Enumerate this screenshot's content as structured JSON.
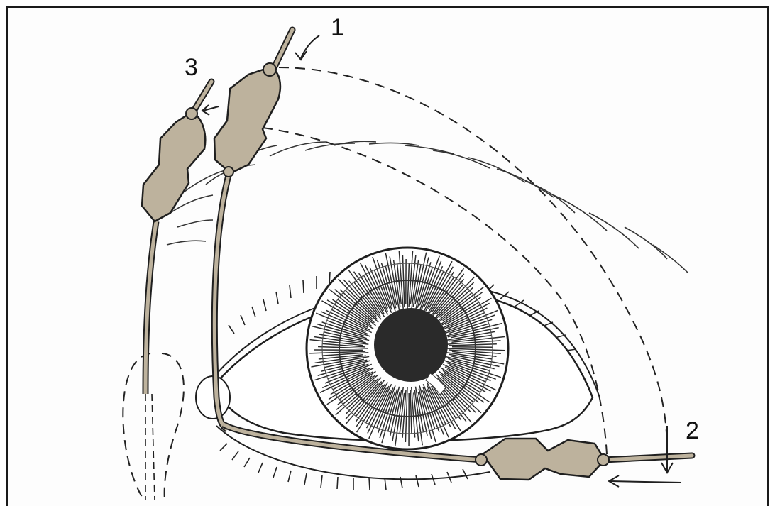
{
  "labels": {
    "one": "1",
    "two": "2",
    "three": "3"
  },
  "colors": {
    "tube": "#bdb29d",
    "line": "#1f1f1f",
    "pupil": "#2a2a2a"
  },
  "icons": [
    "eye-drawing",
    "catheter-tube",
    "arrow-icon"
  ]
}
